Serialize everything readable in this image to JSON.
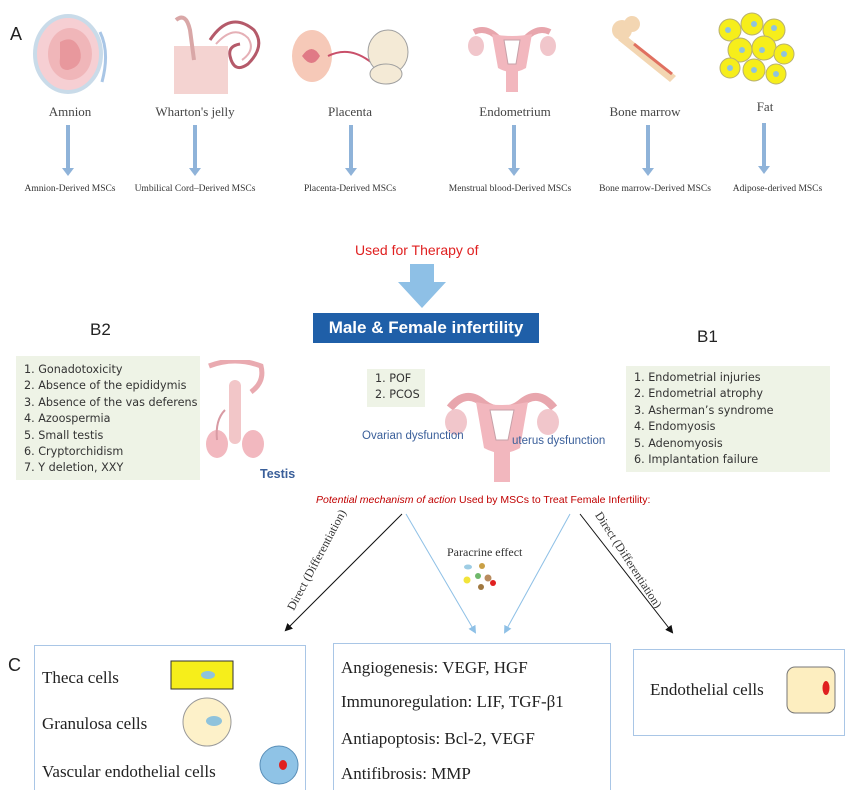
{
  "panels": {
    "a": "A",
    "b1": "B1",
    "b2": "B2",
    "c": "C"
  },
  "sources": [
    {
      "label": "Amnion",
      "msc": "Amnion-Derived  MSCs",
      "icon": "amniotic-sac-icon"
    },
    {
      "label": "Wharton's jelly",
      "msc": "Umbilical  Cord–Derived MSCs",
      "icon": "umbilical-cord-fetus-icon"
    },
    {
      "label": "Placenta",
      "msc": "Placenta-Derived  MSCs",
      "icon": "placenta-fetus-icon"
    },
    {
      "label": "Endometrium",
      "msc": "Menstrual  blood-Derived MSCs",
      "icon": "uterus-icon"
    },
    {
      "label": "Bone marrow",
      "msc": "Bone marrow-Derived  MSCs",
      "icon": "bone-icon"
    },
    {
      "label": "Fat",
      "msc": "Adipose-derived MSCs",
      "icon": "fat-cells-icon"
    }
  ],
  "therapy_label": "Used for Therapy of",
  "title": "Male & Female infertility",
  "male_list": [
    "1. Gonadotoxicity",
    "2. Absence of the epididymis",
    "3. Absence of the vas deferens",
    "4. Azoospermia",
    "5. Small testis",
    "6. Cryptorchidism",
    "7. Y deletion, XXY"
  ],
  "testis_label": "Testis",
  "ovarian_list": [
    "1. POF",
    "2. PCOS"
  ],
  "ovarian_label": "Ovarian  dysfunction",
  "uterus_label": "uterus  dysfunction",
  "uterus_list": [
    "1. Endometrial injuries",
    "2. Endometrial atrophy",
    "3. Asherman’s syndrome",
    "4. Endomyosis",
    "5. Adenomyosis",
    "6. Implantation failure"
  ],
  "mechanism": {
    "italic": "Potential mechanism of action",
    "rest": " Used by MSCs to Treat Female Infertility:"
  },
  "direct_left": "Direct (Differentiation)",
  "direct_right": "Direct (Differentiation)",
  "paracrine": "Paracrine effect",
  "left_cells": [
    "Theca cells",
    "Granulosa cells",
    "Vascular endothelial cells"
  ],
  "paracrine_effects": [
    "Angiogenesis:  VEGF, HGF",
    "Immunoregulation: LIF, TGF-β1",
    "Antiapoptosis: Bcl-2, VEGF",
    "Antifibrosis: MMP"
  ],
  "right_cell": "Endothelial cells",
  "colors": {
    "title_bg": "#1f5fa8",
    "therapy_text": "#e02020",
    "arrow": "#8fb3d9",
    "list_bg": "#eef3e6"
  }
}
